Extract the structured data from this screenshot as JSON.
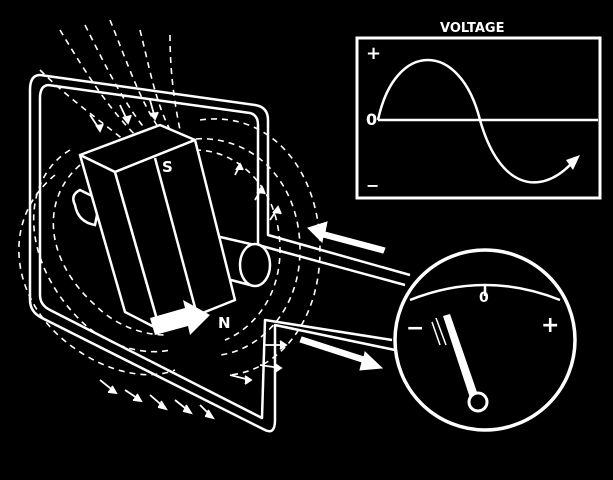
{
  "graph": {
    "title": "VOLTAGE",
    "plus": "+",
    "zero": "0",
    "minus": "−"
  },
  "magnet": {
    "south_label": "S",
    "north_label": "N"
  },
  "meter": {
    "minus": "−",
    "zero": "0",
    "plus": "+",
    "needle_deflection": -0.45
  },
  "colors": {
    "background": "#000000",
    "line": "#ffffff"
  }
}
